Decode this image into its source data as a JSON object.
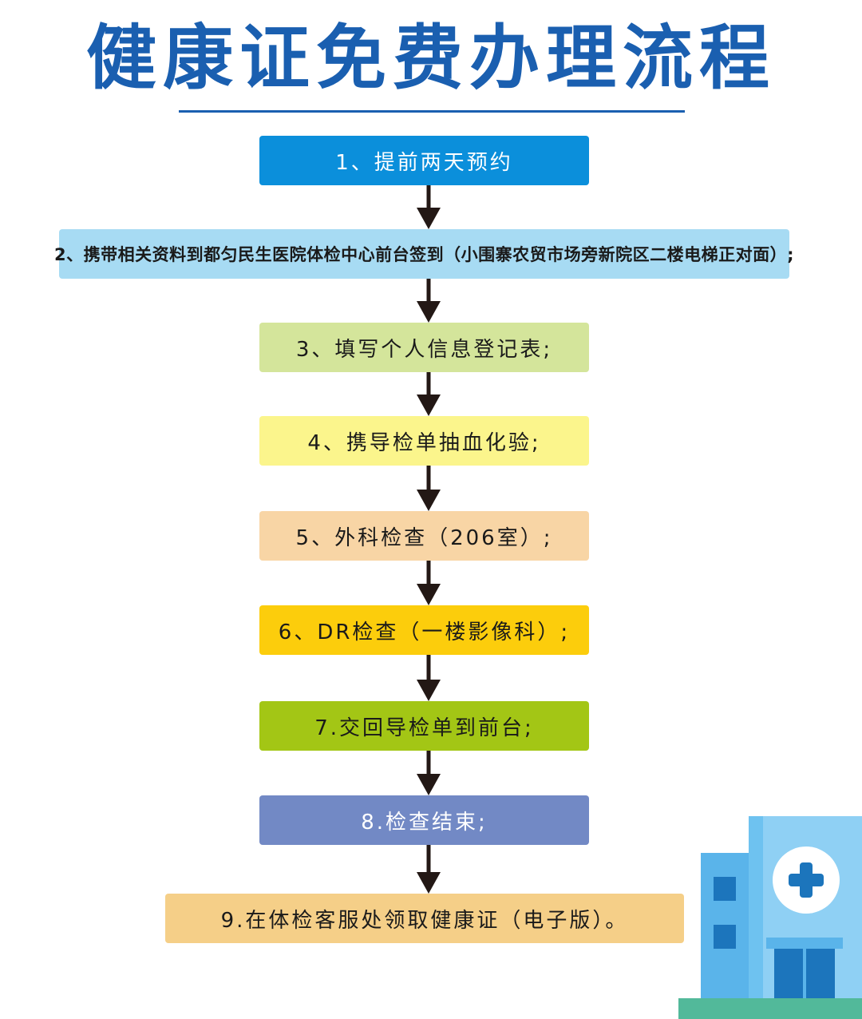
{
  "title": "健康证免费办理流程",
  "steps": [
    {
      "label": "1、提前两天预约",
      "color": "#0b8fdb"
    },
    {
      "label": "2、携带相关资料到都匀民生医院体检中心前台签到（小围寨农贸市场旁新院区二楼电梯正对面）;",
      "color": "#a7dbf3"
    },
    {
      "label": "3、填写个人信息登记表;",
      "color": "#d4e59b"
    },
    {
      "label": "4、携导检单抽血化验;",
      "color": "#fbf58c"
    },
    {
      "label": "5、外科检查（206室）;",
      "color": "#f8d5a5"
    },
    {
      "label": "6、DR检查（一楼影像科）;",
      "color": "#fccd0c"
    },
    {
      "label": "7.交回导检单到前台;",
      "color": "#a3c615"
    },
    {
      "label": "8.检查结束;",
      "color": "#7289c5"
    },
    {
      "label": "9.在体检客服处领取健康证（电子版）。",
      "color": "#f5cf88"
    }
  ],
  "icons": {
    "arrow": "down-arrow-icon",
    "hospital": "hospital-building-icon",
    "cross": "medical-cross-icon"
  }
}
